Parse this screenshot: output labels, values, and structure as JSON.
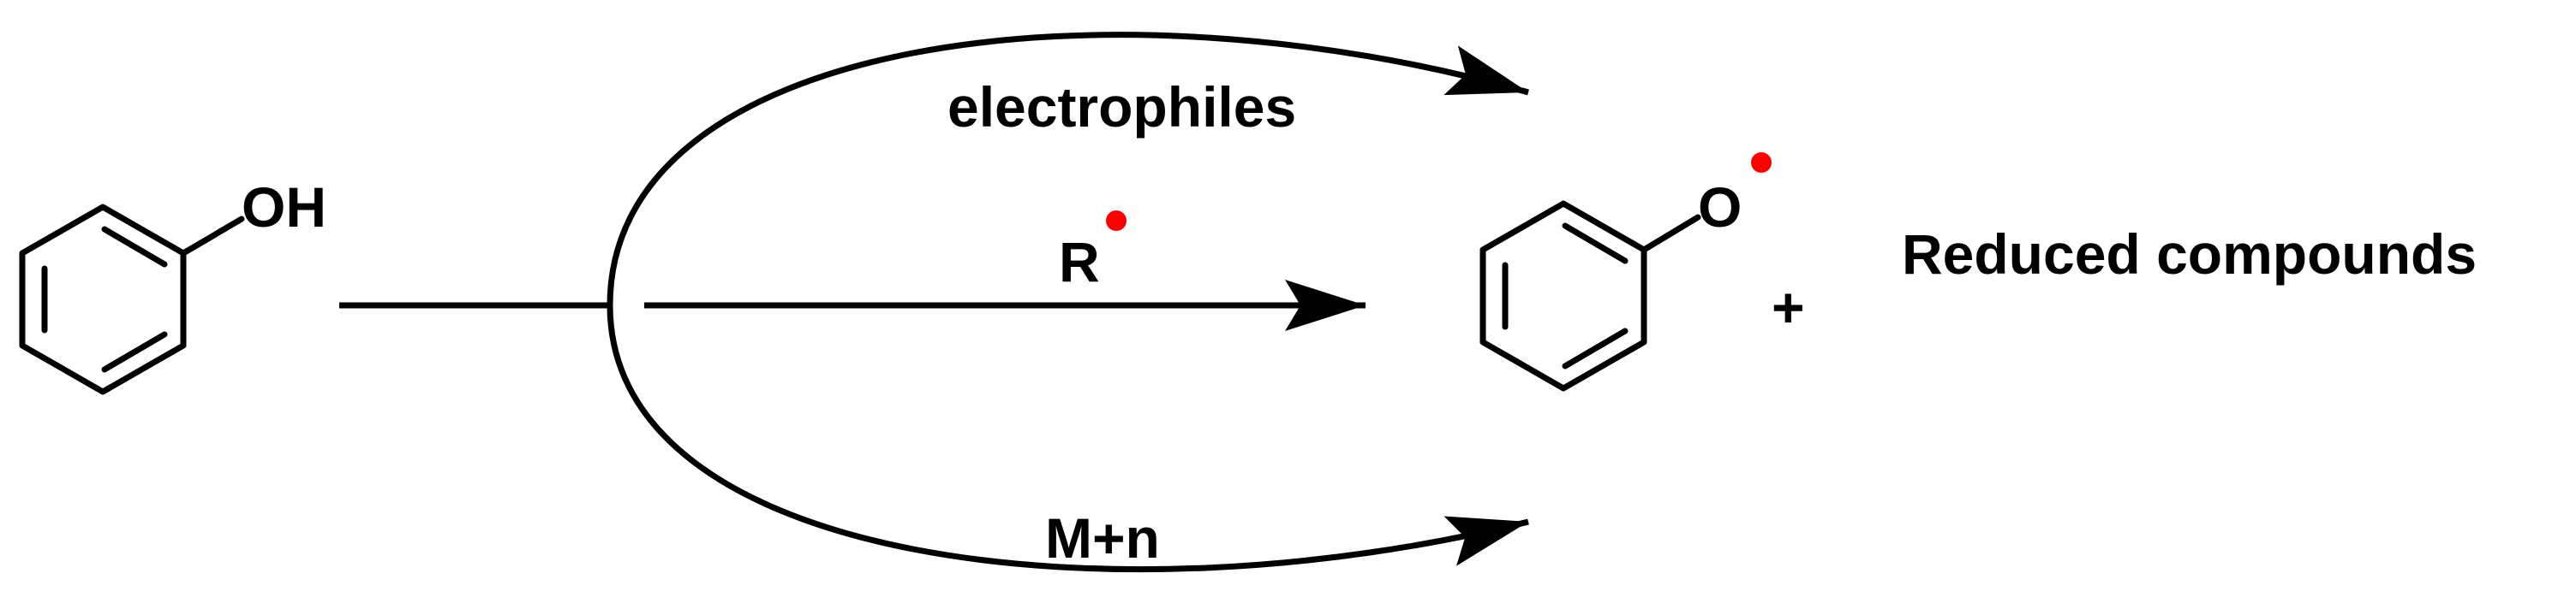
{
  "reactant": {
    "substituent_label": "OH"
  },
  "reagents": {
    "top": "electrophiles",
    "middle_main": "R",
    "bottom": "M+n"
  },
  "product": {
    "atom_label": "O"
  },
  "plus_sign": "+",
  "byproduct": "Reduced compounds",
  "colors": {
    "ink": "#000000",
    "radical": "#ff0000"
  }
}
